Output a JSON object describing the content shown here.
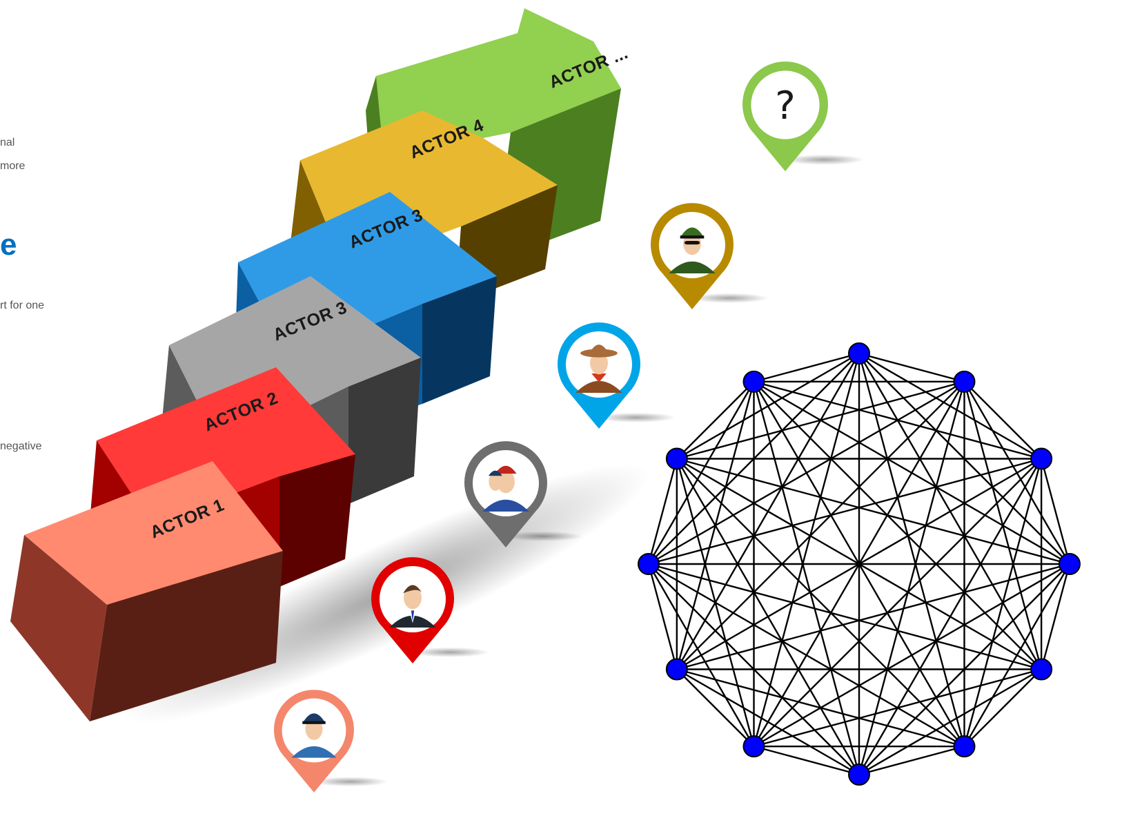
{
  "side_text": {
    "line1": "nal",
    "line2": "more",
    "heading": "e",
    "line3": "rt for one",
    "line4": "negative"
  },
  "steps": [
    {
      "label": "ACTOR 1",
      "top": "#ff8a70",
      "front": "#8e3728",
      "side": "#5a1f14"
    },
    {
      "label": "ACTOR 2",
      "top": "#ff3a38",
      "front": "#a30000",
      "side": "#5c0000"
    },
    {
      "label": "ACTOR 3",
      "top": "#a6a6a6",
      "front": "#5c5c5c",
      "side": "#3a3a3a"
    },
    {
      "label": "ACTOR 3",
      "top": "#2f9be6",
      "front": "#0b5fa3",
      "side": "#06365f"
    },
    {
      "label": "ACTOR 4",
      "top": "#e8b830",
      "front": "#806000",
      "side": "#564000"
    },
    {
      "label": "ACTOR ...",
      "top": "#92d050",
      "front": "#4c7f20",
      "side": "#365a17"
    }
  ],
  "pins": [
    {
      "name": "policeman-pin",
      "color": "#f4876b",
      "icon": "police-officer-icon"
    },
    {
      "name": "businessman-pin",
      "color": "#e00000",
      "icon": "businessman-icon"
    },
    {
      "name": "emergency-workers-pin",
      "color": "#6e6e6e",
      "icon": "emergency-workers-icon"
    },
    {
      "name": "cowboy-pin",
      "color": "#00a5e8",
      "icon": "cowboy-icon"
    },
    {
      "name": "military-officer-pin",
      "color": "#b88a00",
      "icon": "military-officer-icon"
    },
    {
      "name": "unknown-actor-pin",
      "color": "#8cc84b",
      "icon": "question-mark-icon",
      "text": "?"
    }
  ],
  "network": {
    "type": "complete-graph",
    "node_count": 12,
    "node_color": "#0000ff",
    "edge_color": "#000000"
  }
}
